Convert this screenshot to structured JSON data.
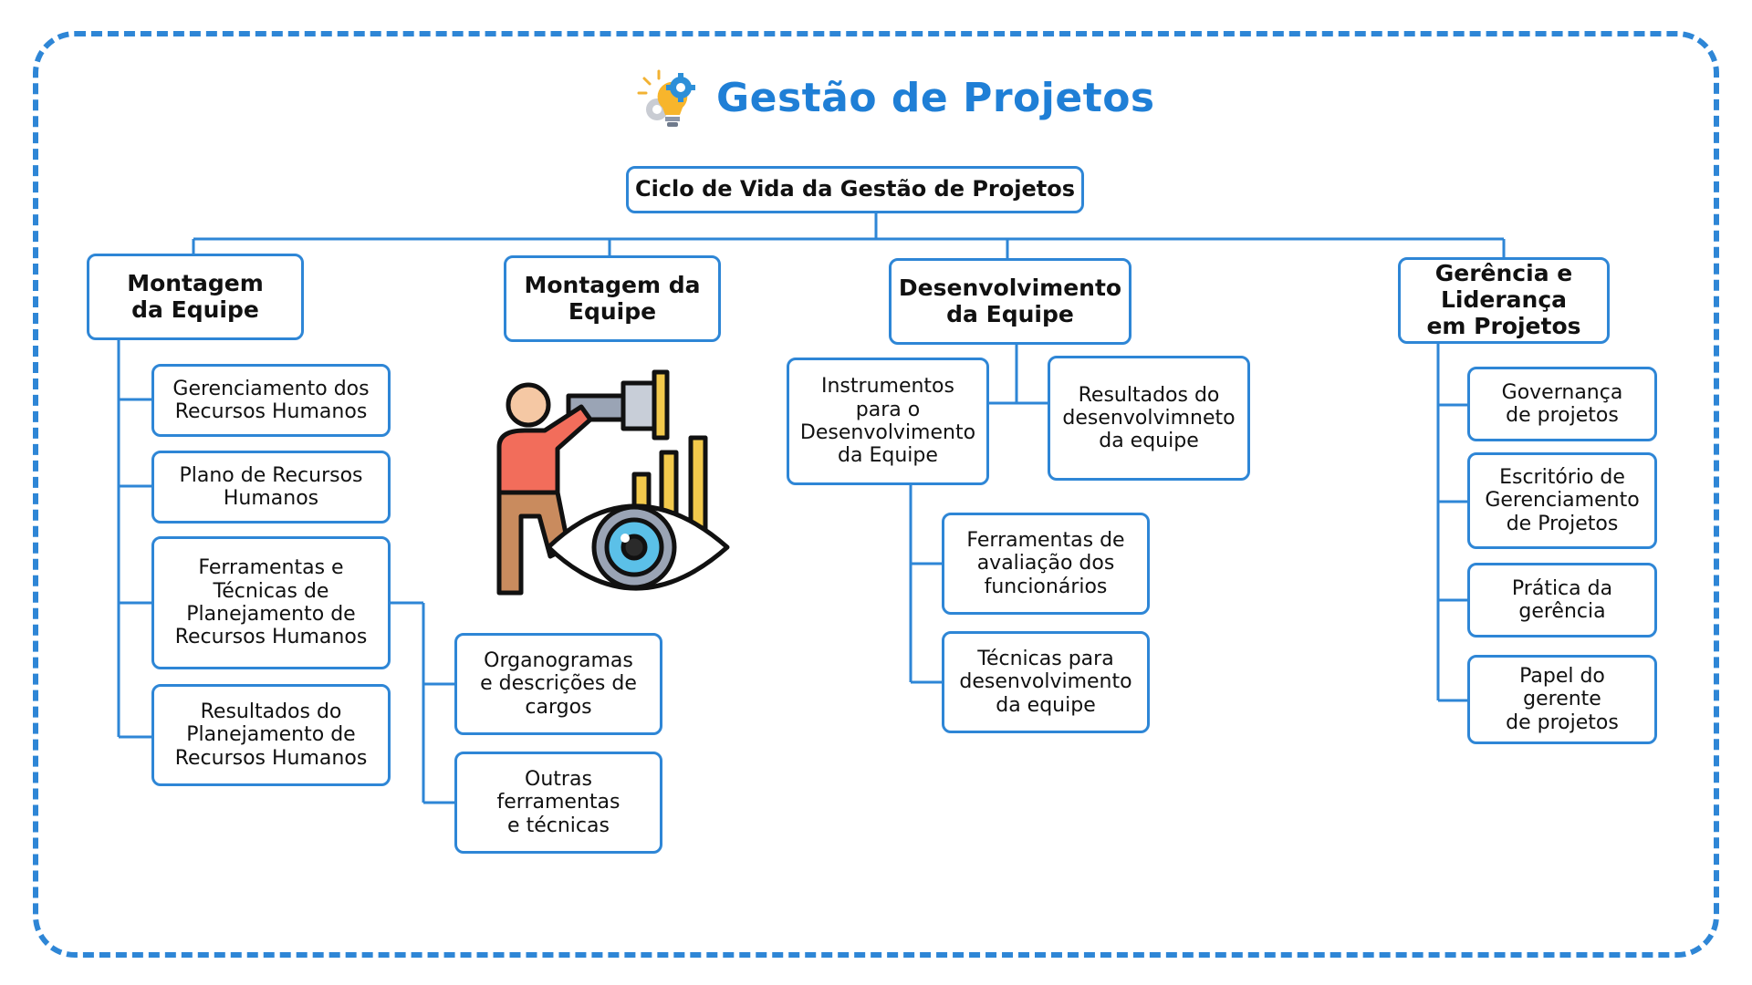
{
  "title": "Gestão de Projetos",
  "icons": [
    "lightbulb-gear-icon",
    "person-telescope-eye-icon"
  ],
  "colors": {
    "accent": "#2e86d6",
    "title": "#1f7fd6"
  },
  "root": "Ciclo de Vida da Gestão de Projetos",
  "branch1": {
    "head": "Montagem\nda Equipe",
    "items": [
      "Gerenciamento dos\nRecursos Humanos",
      "Plano de Recursos\nHumanos",
      "Ferramentas e\nTécnicas de\nPlanejamento de\nRecursos Humanos",
      "Resultados do\nPlanejamento de\nRecursos Humanos"
    ],
    "subitems": [
      "Organogramas\ne descrições de\ncargos",
      "Outras\nferramentas\ne técnicas"
    ]
  },
  "branch2": {
    "head": "Montagem da\nEquipe"
  },
  "branch3": {
    "head": "Desenvolvimento\nda Equipe",
    "items": [
      "Instrumentos\npara o\nDesenvolvimento\nda Equipe",
      "Resultados do\ndesenvolvimneto\nda equipe"
    ],
    "subitems": [
      "Ferramentas de\navaliação dos\nfuncionários",
      "Técnicas para\ndesenvolvimento\nda equipe"
    ]
  },
  "branch4": {
    "head": "Gerência e\nLiderança\nem Projetos",
    "items": [
      "Governança\nde projetos",
      "Escritório de\nGerenciamento\nde Projetos",
      "Prática da\ngerência",
      "Papel do\ngerente\nde projetos"
    ]
  }
}
